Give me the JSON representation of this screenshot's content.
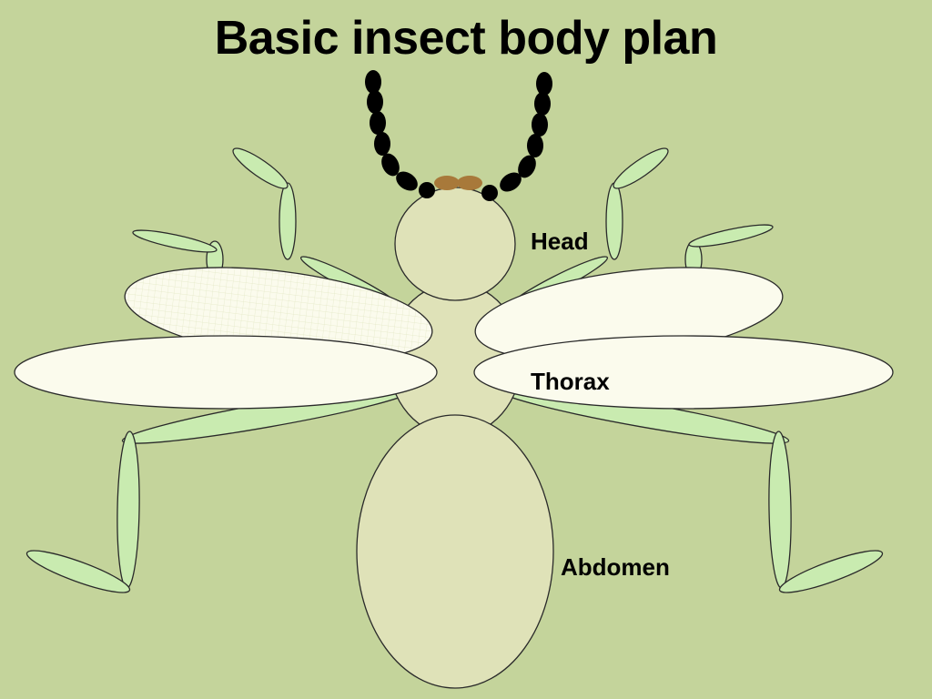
{
  "title": "Basic insect body plan",
  "labels": {
    "head": "Head",
    "thorax": "Thorax",
    "abdomen": "Abdomen"
  },
  "colors": {
    "background": "#c4d49b",
    "body": "#dfe2b8",
    "leg": "#c9ebb0",
    "wing": "#fbfbed",
    "antenna": "#000000",
    "eye": "#a8793a"
  }
}
